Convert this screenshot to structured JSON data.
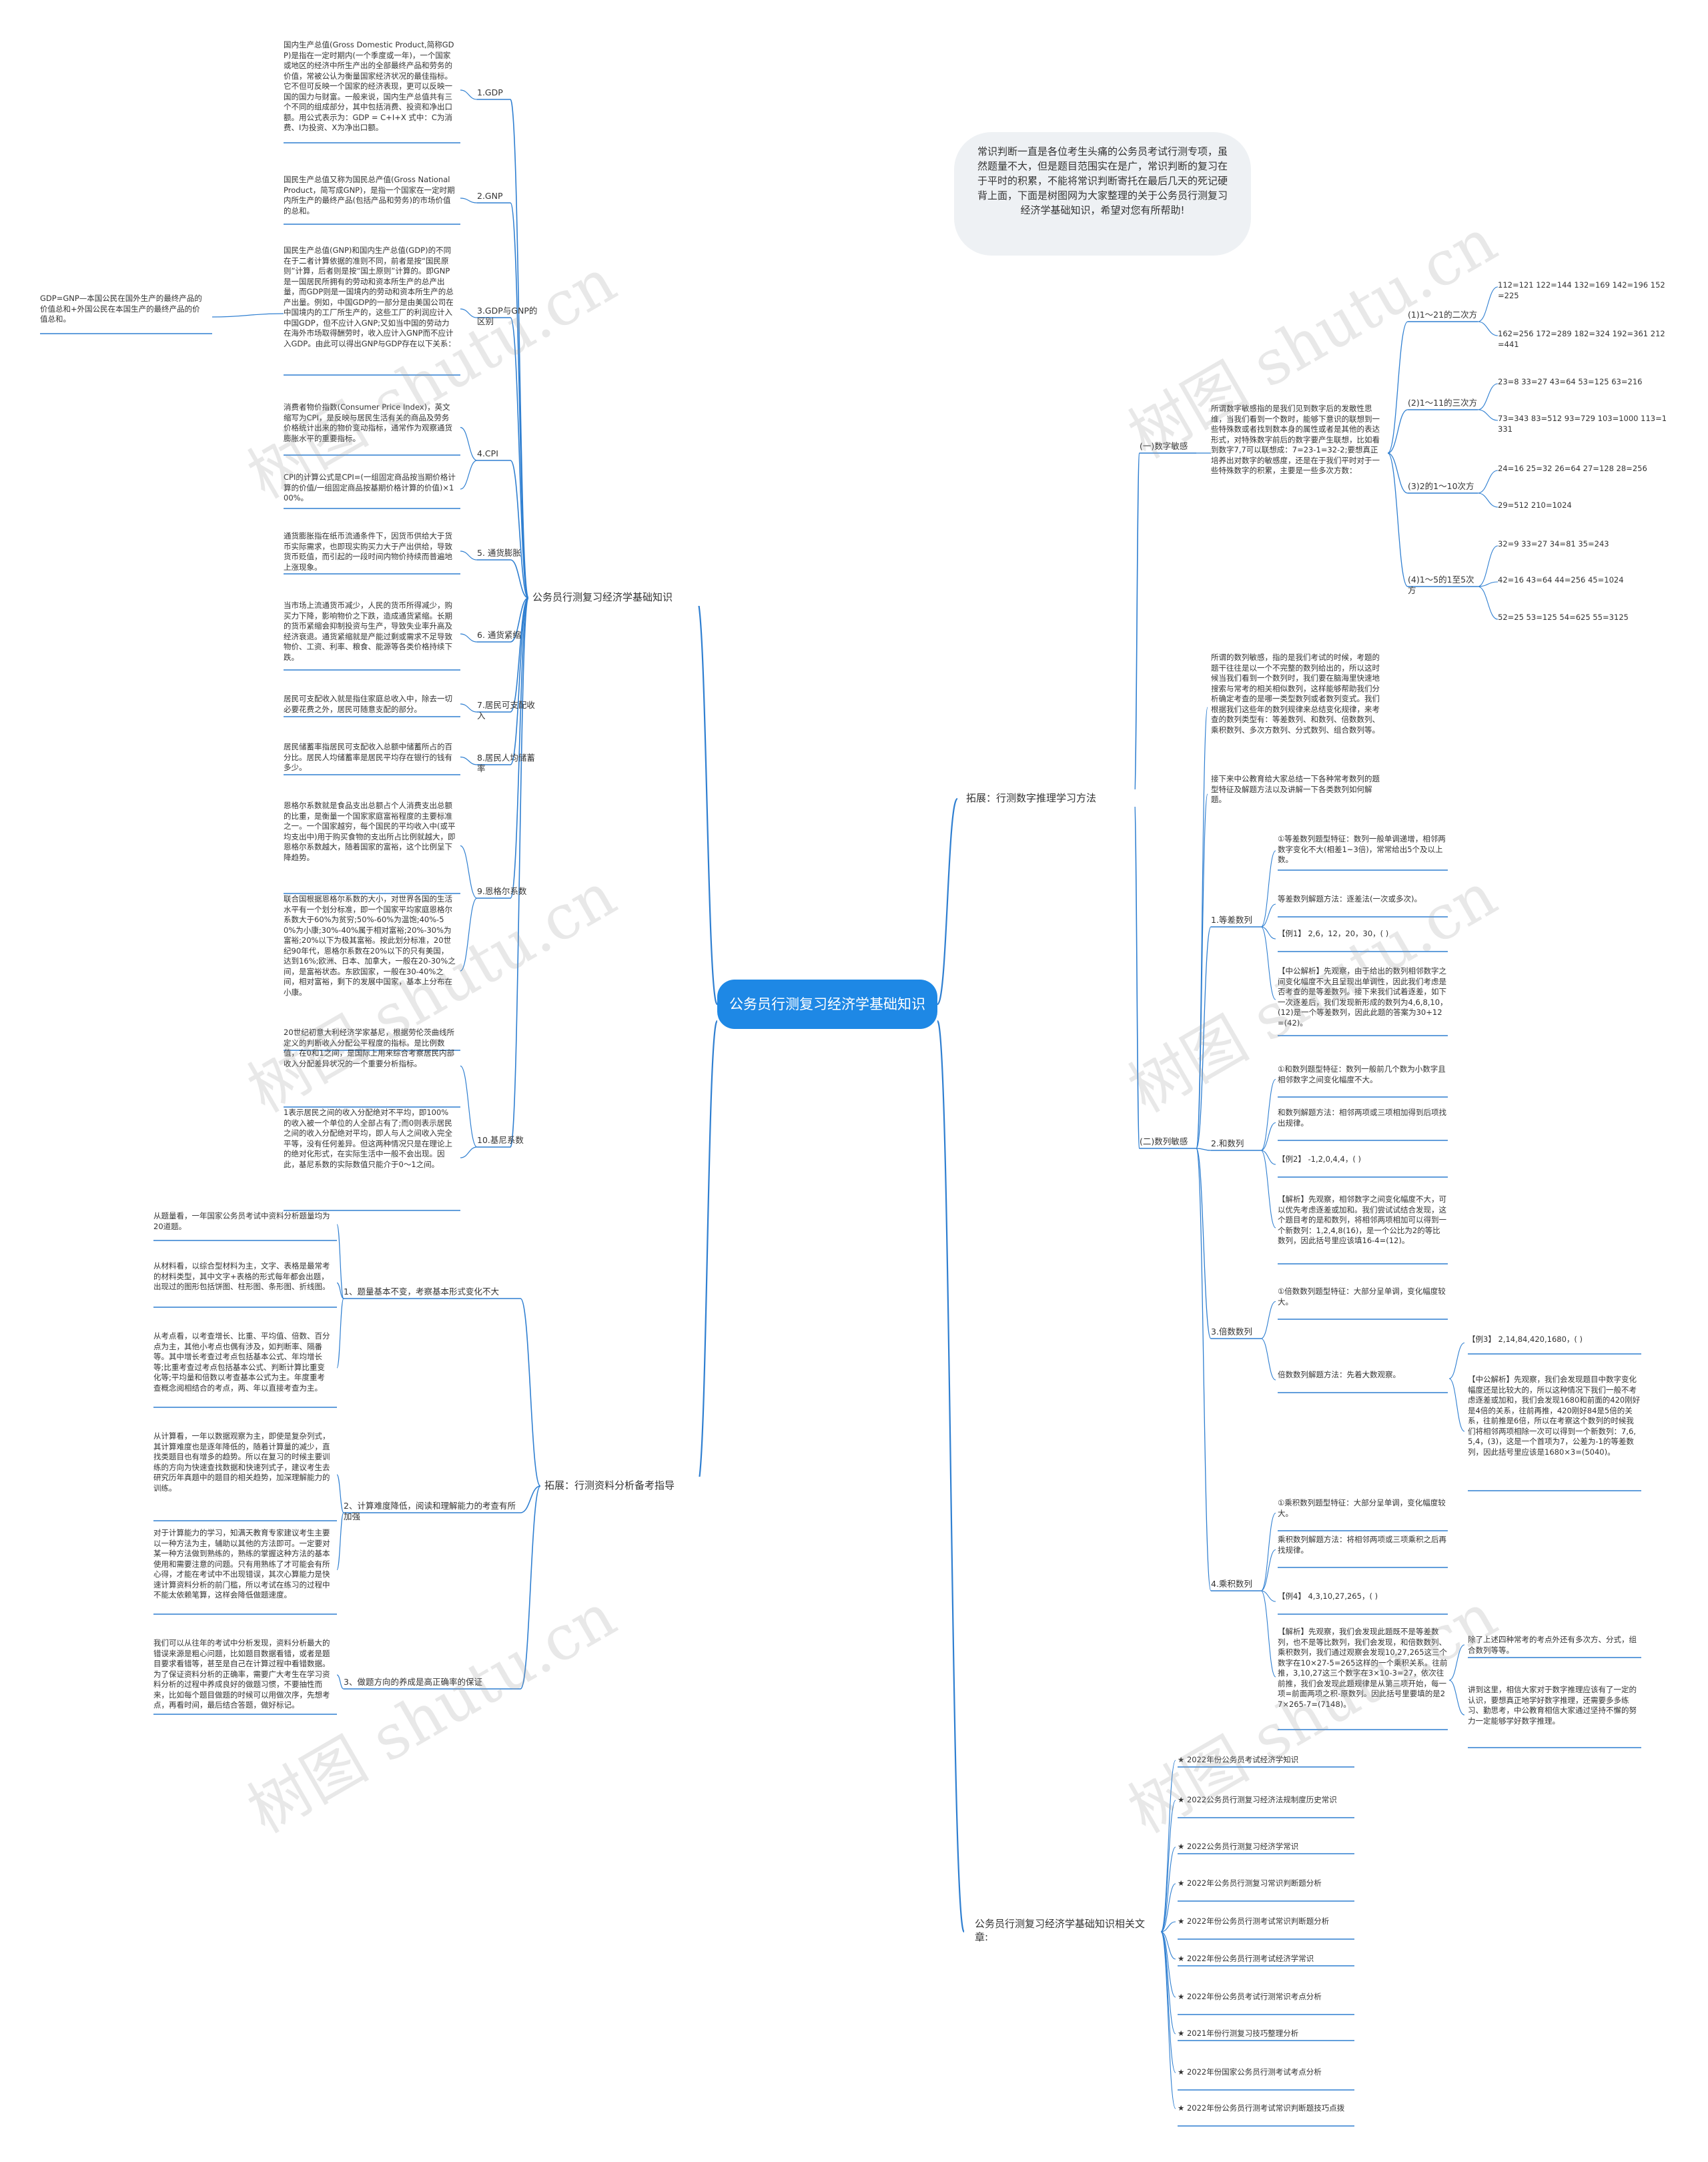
{
  "root": "公务员行测复习经济学基础知识",
  "intro": "常识判断一直是各位考生头痛的公务员考试行测专项，虽然题量不大，但是题目范围实在是广，常识判断的复习在于平时的积累，不能将常识判断寄托在最后几天的死记硬背上面，下面是树图网为大家整理的关于公务员行测复习经济学基础知识，希望对您有所帮助!",
  "watermark": "树图 shutu.cn",
  "econ": {
    "label": "公务员行测复习经济学基础知识",
    "items": [
      {
        "label": "1.GDP",
        "leaves": [
          "国内生产总值(Gross Domestic Product,简称GDP)是指在一定时期内(一个季度或一年)，一个国家或地区的经济中所生产出的全部最终产品和劳务的价值，常被公认为衡量国家经济状况的最佳指标。它不但可反映一个国家的经济表现，更可以反映一国的国力与财富。一般来说，国内生产总值共有三个不同的组成部分，其中包括消费、投资和净出口额。用公式表示为：GDP = C+I+X 式中：C为消费、I为投资、X为净出口额。"
        ]
      },
      {
        "label": "2.GNP",
        "leaves": [
          "国民生产总值又称为国民总产值(Gross National Product，简写成GNP)，是指一个国家在一定时期内所生产的最终产品(包括产品和劳务)的市场价值的总和。"
        ]
      },
      {
        "label": "3.GDP与GNP的区别",
        "leaves": [
          "国民生产总值(GNP)和国内生产总值(GDP)的不同在于二者计算依据的准则不同，前者是按“国民原则”计算，后者则是按“国土原则”计算的。即GNP是一国居民所拥有的劳动和资本所生产的总产出量，而GDP则是一国境内的劳动和资本所生产的总产出量。例如，中国GDP的一部分是由美国公司在中国境内的工厂所生产的，这些工厂的利润应计入中国GDP，但不应计入GNP;又如当中国的劳动力在海外市场取得酬劳时，收入应计入GNP而不应计入GDP。由此可以得出GNP与GDP存在以下关系："
        ],
        "extra": "GDP=GNP—本国公民在国外生产的最终产品的价值总和+外国公民在本国生产的最终产品的价值总和。"
      },
      {
        "label": "4.CPI",
        "leaves": [
          "消费者物价指数(Consumer Price Index)，英文缩写为CPI，是反映与居民生活有关的商品及劳务价格统计出来的物价变动指标，通常作为观察通货膨胀水平的重要指标。",
          "CPI的计算公式是CPI=(一组固定商品按当期价格计算的价值/一组固定商品按基期价格计算的价值)×100%。"
        ]
      },
      {
        "label": "5. 通货膨胀",
        "leaves": [
          "通货膨胀指在纸币流通条件下，因货币供给大于货币实际需求，也即现实购买力大于产出供给，导致货币贬值，而引起的一段时间内物价持续而普遍地上涨现象。"
        ]
      },
      {
        "label": "6. 通货紧缩",
        "leaves": [
          "当市场上流通货币减少，人民的货币所得减少，购买力下降，影响物价之下跌，造成通货紧缩。长期的货币紧缩会抑制投资与生产，导致失业率升高及经济衰退。通货紧缩就是产能过剩或需求不足导致物价、工资、利率、粮食、能源等各类价格持续下跌。"
        ]
      },
      {
        "label": "7.居民可支配收入",
        "leaves": [
          "居民可支配收入就是指住家庭总收入中，除去一切必要花费之外，居民可随意支配的部分。"
        ]
      },
      {
        "label": "8.居民人均储蓄率",
        "leaves": [
          "居民储蓄率指居民可支配收入总额中储蓄所占的百分比。居民人均储蓄率是居民平均存在银行的钱有多少。"
        ]
      },
      {
        "label": "9.恩格尔系数",
        "leaves": [
          "恩格尔系数就是食品支出总额占个人消费支出总额的比重，是衡量一个国家家庭富裕程度的主要标准之一。一个国家越穷，每个国民的平均收入中(或平均支出中)用于购买食物的支出所占比例就越大，即恩格尔系数越大，随着国家的富裕，这个比例呈下降趋势。",
          "联合国根据恩格尔系数的大小，对世界各国的生活水平有一个划分标准，即一个国家平均家庭恩格尔系数大于60%为贫穷;50%-60%为温饱;40%-50%为小康;30%-40%属于相对富裕;20%-30%为富裕;20%以下为极其富裕。按此划分标准，20世纪90年代，恩格尔系数在20%以下的只有美国，达到16%;欧洲、日本、加拿大，一般在20-30%之间，是富裕状态。东欧国家，一般在30-40%之间，相对富裕，剩下的发展中国家，基本上分布在小康。"
        ]
      },
      {
        "label": "10.基尼系数",
        "leaves": [
          "20世纪初意大利经济学家基尼，根据劳伦茨曲线所定义的判断收入分配公平程度的指标。是比例数值，在0和1之间，是国际上用来综合考察居民内部收入分配差异状况的一个重要分析指标。",
          "1表示居民之间的收入分配绝对不平均，即100%的收入被一个单位的人全部占有了;而0则表示居民之间的收入分配绝对平均，即人与人之间收入完全平等，没有任何差异。但这两种情况只是在理论上的绝对化形式，在实际生活中一般不会出现。因此，基尼系数的实际数值只能介于0～1之间。"
        ]
      }
    ]
  },
  "data_branch": {
    "label": "拓展：行测资料分析备考指导",
    "items": [
      {
        "label": "1、题量基本不变，考察基本形式变化不大",
        "leaves": [
          "从题量看，一年国家公务员考试中资料分析题量均为20道题。",
          "从材料看，以综合型材料为主，文字、表格是最常考的材料类型，其中文字+表格的形式每年都会出题，出现过的图形包括饼图、柱形图、条形图、折线图。",
          "从考点看，以考查增长、比重、平均值、倍数、百分点为主，其他小考点也偶有涉及，如判断率、隔番等。其中增长考查过考点包括基本公式、年均增长等;比重考查过考点包括基本公式、判断计算比重变化等;平均量和倍数以考查基本公式为主。年度重考查概念阅相结合的考点，两、年以直接考查为主。"
        ]
      },
      {
        "label": "2、计算难度降低，阅读和理解能力的考查有所加强",
        "leaves": [
          "从计算看，一年以数据观察为主，即使是复杂列式，其计算难度也是逐年降低的，随着计算量的减少，直找类题目也有增多的趋势。所以在复习的时候主要训练的方向为快速查找数据和快速列式子，建议考生去研究历年真题中的题目的相关趋势，加深理解能力的训练。",
          "对于计算能力的学习，知满天教育专家建议考生主要以一种方法为主，辅助以其他的方法即可。一定要对某一种方法做到熟练的，熟练的掌握这种方法的基本使用和需要注意的问题。只有用熟练了才可能会有所心得，才能在考试中不出现错误，其次心算能力是快速计算资料分析的前门槛，所以考试在练习的过程中不能太依赖笔算，这样会降低做题速度。"
        ]
      },
      {
        "label": "3、做题方向的养成是高正确率的保证",
        "leaves": [
          "我们可以从往年的考试中分析发现，资料分析最大的错误来源是粗心问题，比如题目数据看错，或者是题目要求看错等，甚至是自己在计算过程中看错数据。为了保证资料分析的正确率，需要广大考生在学习资料分析的过程中养成良好的做题习惯，不要抽性而来，比如每个题目做题的时候可以用做次序，先想考点，再看时间，最后结合答题，做好标记。"
        ]
      }
    ]
  },
  "number_branch": {
    "label": "拓展：行测数字推理学习方法",
    "sections": [
      {
        "label": "(一)数字敏感",
        "intro": "所谓数字敏感指的是我们见到数字后的发散性思维，当我们看到一个数时，能够下意识的联想到一些特殊数或者找到数本身的属性或者是其他的表达形式，对特殊数字前后的数字要产生联想，比如看到数字7,7可以联想成：7=23-1=32-2;要想真正培养出对数字的敏感度，还是在于我们平时对于一些特殊数字的积累，主要是一些多次方数：",
        "groups": [
          {
            "label": "(1)1～21的二次方",
            "values": [
              "112=121 122=144 132=169 142=196 152=225",
              "162=256 172=289 182=324 192=361 212=441"
            ]
          },
          {
            "label": "(2)1～11的三次方",
            "values": [
              "23=8 33=27 43=64 53=125 63=216",
              "73=343 83=512 93=729 103=1000 113=1331"
            ]
          },
          {
            "label": "(3)2的1～10次方",
            "values": [
              "24=16 25=32 26=64 27=128 28=256",
              "29=512 210=1024"
            ]
          },
          {
            "label": "(4)1～5的1至5次方",
            "values": [
              "32=9 33=27 34=81 35=243",
              "42=16 43=64 44=256 45=1024",
              "52=25 53=125 54=625 55=3125"
            ]
          }
        ]
      },
      {
        "label": "(二)数列敏感",
        "intro": "所谓的数列敏感，指的是我们考试的时候，考题的题干往往是以一个不完整的数列给出的，所以这时候当我们看到一个数列时，我们要在脑海里快速地搜索与常考的相关相似数列，这样能够帮助我们分析确定考查的是哪一类型数列或者数列变式。我们根据我们这些年的数列规律来总结变化规律，来考查的数列类型有：等差数列、和数列、倍数数列、乘积数列、多次方数列、分式数列、组合数列等。",
        "intro2": "接下来中公教育给大家总结一下各种常考数列的题型特征及解题方法以及讲解一下各类数列如何解题。",
        "types": [
          {
            "label": "1.等差数列",
            "leaves": [
              "①等差数列题型特征：数列一般单调递增，相邻两数字变化不大(相差1~3倍)，常常给出5个及以上数。",
              "等差数列解题方法：逐差法(一次或多次)。",
              "【例1】 2,6，12，20，30，( )",
              "【中公解析】先观察，由于给出的数列相邻数字之间变化幅度不大且呈现出单调性，因此我们考虑是否考查的是等差数列。接下来我们试着逐差，如下一次逐差后，我们发现新形成的数列为4,6,8,10，(12)是一个等差数列，因此此题的答案为30+12=(42)。"
            ]
          },
          {
            "label": "2.和数列",
            "leaves": [
              "①和数列题型特征：数列一般前几个数为小数字且相邻数字之间变化幅度不大。",
              "和数列解题方法：相邻两项或三项相加得到后项找出规律。",
              "【例2】 -1,2,0,4,4，( )",
              "【解析】先观察，相邻数字之间变化幅度不大，可以优先考虑逐差或加和。我们尝试试结合发现，这个题目考的是和数列，将相邻两项相加可以得到一个新数列：1,2,4,8(16)，是一个公比为2的等比数列，因此括号里应该填16-4=(12)。"
            ]
          },
          {
            "label": "3.倍数数列",
            "leaves": [
              "①倍数数列题型特征：大部分呈单调，变化幅度较大。",
              "倍数数列解题方法：先着大数观察。"
            ],
            "sub": [
              "【例3】 2,14,84,420,1680，( )",
              "【中公解析】先观察，我们会发现题目中数字变化幅度还是比较大的，所以这种情况下我们一般不考虑逐差或加和，我们会发现1680和前面的420刚好是4倍的关系，往前再推，420刚好84是5倍的关系，往前推是6倍，所以在考察这个数列的时候我们将相邻两项相除一次可以得到一个新数列：7,6,5,4，(3)，这是一个首项为7，公差为-1的等差数列，因此括号里应该是1680×3=(5040)。"
            ]
          },
          {
            "label": "4.乘积数列",
            "leaves": [
              "①乘积数列题型特征：大部分呈单调，变化幅度较大。",
              "乘积数列解题方法：将相邻两项或三项乘积之后再找规律。",
              "【例4】 4,3,10,27,265，( )",
              "【解析】先观察，我们会发现此题既不是等差数列，也不是等比数列，我们会发现，和倍数数列、乘积数列，我们通过观察会发现10,27,265这三个数字在10×27-5=265这样的一个乘积关系。往前推，3,10,27这三个数字在3×10-3=27，依次往前推，我们会发现此题规律是从第三项开始，每一项=前面两项之积-原数列。因此括号里要填的是27×265-7=(7148)。"
            ],
            "sub": [
              "除了上述四种常考的考点外还有多次方、分式，组合数列等等。",
              "讲到这里，相信大家对于数字推理应该有了一定的认识，要想真正地学好数字推理，还需要多多练习、勤思考，中公教育相信大家通过坚持不懈的努力一定能够学好数字推理。"
            ]
          }
        ]
      }
    ]
  },
  "related": {
    "label": "公务员行测复习经济学基础知识相关文章:",
    "items": [
      "★ 2022年份公务员考试经济学知识",
      "★ 2022公务员行测复习经济法规制度历史常识",
      "★ 2022公务员行测复习经济学常识",
      "★ 2022年公务员行测复习常识判断题分析",
      "★ 2022年份公务员行测考试常识判断题分析",
      "★ 2022年份公务员行测考试经济学常识",
      "★ 2022年份公务员考试行测常识考点分析",
      "★ 2021年份行测复习技巧整理分析",
      "★ 2022年份国家公务员行测考试考点分析",
      "★ 2022年份公务员行测考试常识判断题技巧点拨"
    ]
  },
  "colors": {
    "root": "#1e88e5",
    "line": "#2f7fd1",
    "intro_bg": "#eef1f4"
  }
}
